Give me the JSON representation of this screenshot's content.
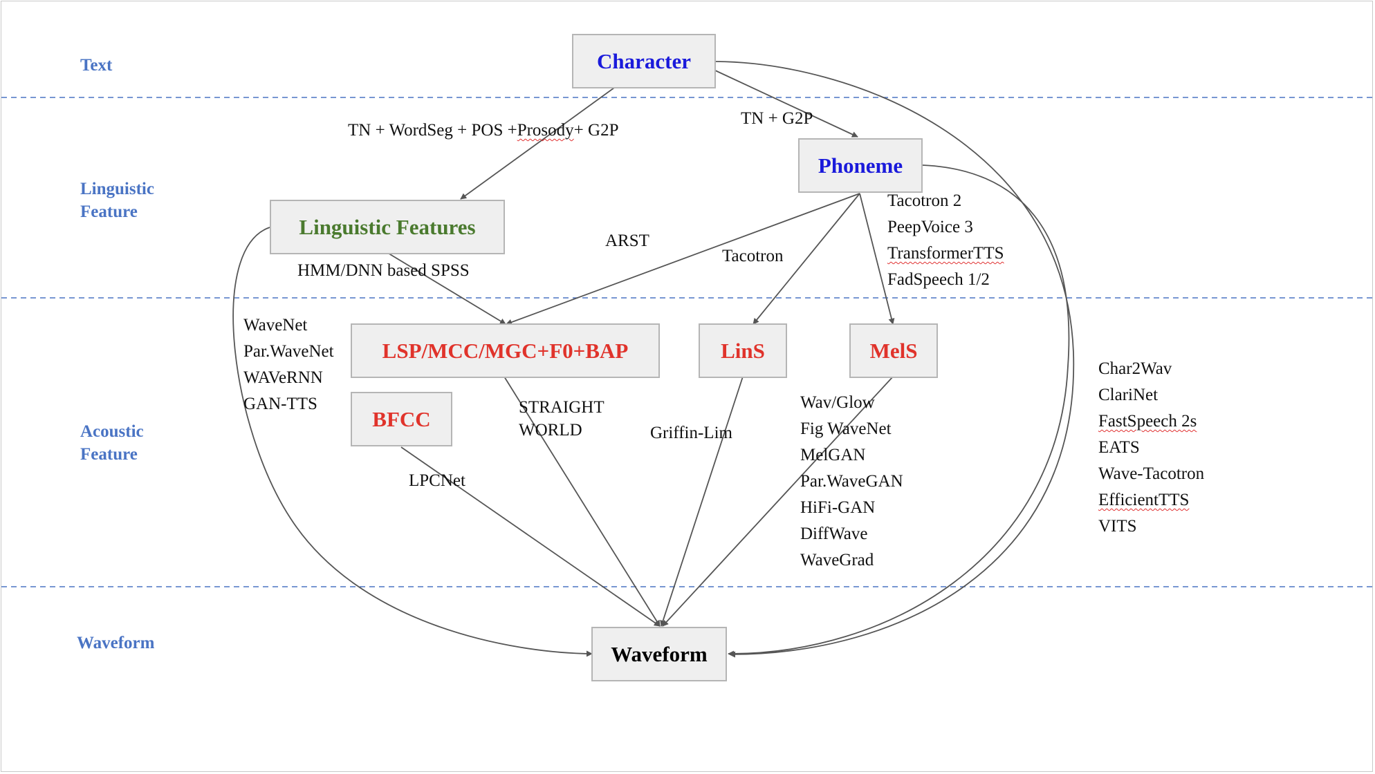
{
  "layers": {
    "text": "Text",
    "linguistic": "Linguistic\nFeature",
    "acoustic": "Acoustic\nFeature",
    "waveform": "Waveform"
  },
  "nodes": {
    "character": "Character",
    "phoneme": "Phoneme",
    "linguistic_features": "Linguistic Features",
    "lsp": "LSP/MCC/MGC+F0+BAP",
    "bfcc": "BFCC",
    "lins": "LinS",
    "mels": "MelS",
    "waveform": "Waveform"
  },
  "edge_labels": {
    "char_to_ling": [
      "TN + WordSeg + POS +",
      "Prosody",
      "+ G2P"
    ],
    "char_to_phoneme": "TN + G2P",
    "spss": "HMM/DNN based SPSS",
    "arst": "ARST",
    "tacotron": "Tacotron",
    "straight_world": [
      "STRAIGHT",
      "WORLD"
    ],
    "griffin_lim": "Griffin-Lim",
    "lpcnet": "LPCNet"
  },
  "model_lists": {
    "phoneme_to_mel": [
      {
        "text": "Tacotron 2",
        "squiggle": false
      },
      {
        "text": "PeepVoice 3",
        "squiggle": false
      },
      {
        "text": "TransformerTTS",
        "squiggle": true
      },
      {
        "text": "FadSpeech 1/2",
        "squiggle": false
      }
    ],
    "ling_to_wave": [
      {
        "text": "WaveNet",
        "squiggle": false
      },
      {
        "text": "Par.WaveNet",
        "squiggle": false
      },
      {
        "text": "WAVeRNN",
        "squiggle": false
      },
      {
        "text": "GAN-TTS",
        "squiggle": false
      }
    ],
    "mel_vocoders": [
      {
        "text": "Wav/Glow",
        "squiggle": false
      },
      {
        "text": "Fig WaveNet",
        "squiggle": false
      },
      {
        "text": "MelGAN",
        "squiggle": false
      },
      {
        "text": "Par.WaveGAN",
        "squiggle": false
      },
      {
        "text": "HiFi-GAN",
        "squiggle": false
      },
      {
        "text": "DiffWave",
        "squiggle": false
      },
      {
        "text": "WaveGrad",
        "squiggle": false
      }
    ],
    "end_to_end": [
      {
        "text": "Char2Wav",
        "squiggle": false
      },
      {
        "text": "ClariNet",
        "squiggle": false
      },
      {
        "text": "FastSpeech 2s",
        "squiggle": true
      },
      {
        "text": "EATS",
        "squiggle": false
      },
      {
        "text": "Wave-Tacotron",
        "squiggle": false
      },
      {
        "text": "EfficientTTS",
        "squiggle": true
      },
      {
        "text": "VITS",
        "squiggle": false
      }
    ]
  },
  "colors": {
    "layer_label": "#4a74c4",
    "divider": "#4a74c4",
    "node_fill": "#efefef",
    "node_border": "#b5b5b5",
    "blue_node": "#1a1adb",
    "green_node": "#4a7a2e",
    "red_node": "#e0332b",
    "arrow": "#555555"
  }
}
